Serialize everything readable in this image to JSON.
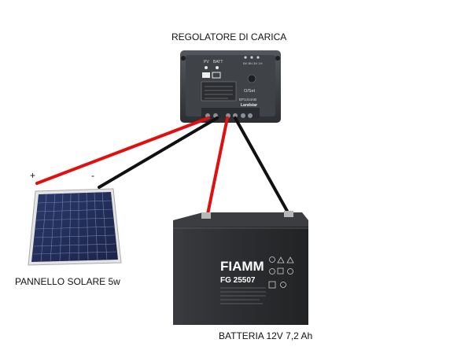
{
  "labels": {
    "controller": "REGOLATORE DI CARICA",
    "panel": "PANNELLO SOLARE 5w",
    "battery": "BATTERIA 12V 7,2 Ah",
    "plus": "+",
    "minus": "-"
  },
  "controller": {
    "pv": "PV",
    "batt": "BATT",
    "model": "EP1414AB",
    "brand": "Landstar",
    "set": "O/Set",
    "indicators": "BK BH 3H 1H"
  },
  "battery": {
    "brand": "FIAMM",
    "model": "FG 25507"
  },
  "colors": {
    "positive_wire": "#e01010",
    "negative_wire": "#111111",
    "controller_body": "#3a3d42",
    "battery_body": "#2f3033"
  }
}
